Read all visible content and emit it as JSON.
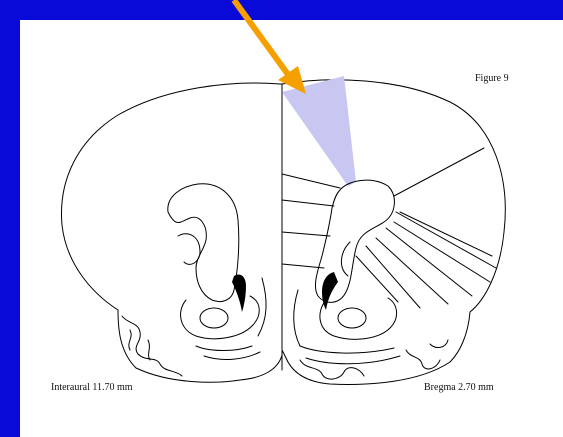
{
  "figure": {
    "figure_label": "Figure 9",
    "interaural_label": "Interaural 11.70 mm",
    "bregma_label": "Bregma 2.70 mm"
  },
  "colors": {
    "background": "#0a0ad8",
    "highlight_region": "#c7c7f2",
    "arrow": "#f5a000",
    "line": "#000000"
  }
}
